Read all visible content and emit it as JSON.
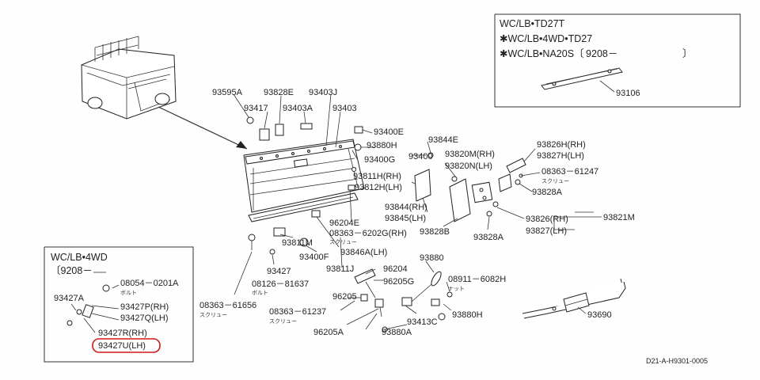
{
  "inset_top_right": {
    "lines": [
      "WC/LB•TD27T",
      "✱WC/LB•4WD•TD27",
      "✱WC/LB•NA20S〔 9208－",
      "〕"
    ],
    "part": "93106"
  },
  "inset_bottom_left": {
    "title": "WC/LB•4WD",
    "date": "〔9208－",
    "parts": {
      "p08054": "08054－0201A",
      "p08054_note": "ボルト",
      "p93427a": "93427A",
      "p93427p": "93427P(RH)",
      "p93427q": "93427Q(LH)",
      "p93427r": "93427R(RH)",
      "p93427u": "93427U(LH)"
    }
  },
  "labels": {
    "l93595a": "93595A",
    "l93828e": "93828E",
    "l93403j": "93403J",
    "l93417": "93417",
    "l93403a": "93403A",
    "l93403": "93403",
    "l93400e": "93400E",
    "l93880h_a": "93880H",
    "l93844e": "93844E",
    "l93400": "93400",
    "l93400g": "93400G",
    "l93820m": "93820M(RH)",
    "l93820n": "93820N(LH)",
    "l93826h": "93826H(RH)",
    "l93827h": "93827H(LH)",
    "l08363_61247": "08363－61247",
    "l08363_61247_note": "スクリュー",
    "l93828a_a": "93828A",
    "l93811h": "93811H(RH)",
    "l93812h": "93812H(LH)",
    "l93844": "93844(RH)",
    "l93845": "93845(LH)",
    "l96204e": "96204E",
    "l08363_6202g": "08363－6202G(RH)",
    "l08363_6202g_note": "スクリュー",
    "l93828b": "93828B",
    "l93826": "93826(RH)",
    "l93827": "93827(LH)",
    "l93821m": "93821M",
    "l93828a_b": "93828A",
    "l93811m": "93811M",
    "l93846a": "93846A(LH)",
    "l93400f": "93400F",
    "l93880": "93880",
    "l93811j": "93811J",
    "l96204": "96204",
    "l96205g": "96205G",
    "l08911": "08911－6082H",
    "l08911_note": "ナット",
    "l93427": "93427",
    "l08126": "08126－81637",
    "l08126_note": "ボルト",
    "l96205": "96205",
    "l08363_61656": "08363－61656",
    "l08363_61656_note": "スクリュー",
    "l08363_61237": "08363－61237",
    "l08363_61237_note": "スクリュー",
    "l93880h_b": "93880H",
    "l93413c": "93413C",
    "l96205a": "96205A",
    "l93880a": "93880A",
    "l93690": "93690"
  },
  "drawing_code": "D21-A-H9301-0005",
  "colors": {
    "highlight": "#d01818",
    "ink": "#222222"
  }
}
